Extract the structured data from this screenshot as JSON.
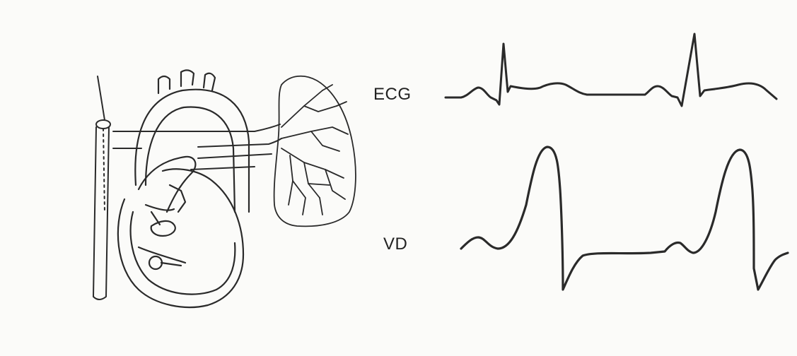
{
  "colors": {
    "ink": "#222222",
    "paper": "#fbfbf9"
  },
  "traces": [
    {
      "id": "ecg",
      "label": "ECG"
    },
    {
      "id": "vd",
      "label": "VD"
    }
  ]
}
